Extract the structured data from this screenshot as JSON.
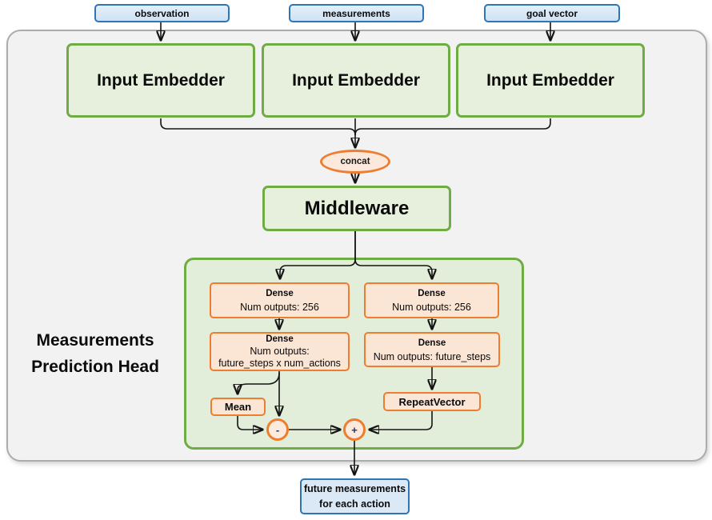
{
  "inputs": [
    {
      "label": "observation"
    },
    {
      "label": "measurements"
    },
    {
      "label": "goal vector"
    }
  ],
  "embedders": [
    {
      "label": "Input Embedder"
    },
    {
      "label": "Input Embedder"
    },
    {
      "label": "Input Embedder"
    }
  ],
  "concat": {
    "label": "concat"
  },
  "middleware": {
    "label": "Middleware"
  },
  "head": {
    "label_line1": "Measurements",
    "label_line2": "Prediction Head",
    "left": {
      "dense1_title": "Dense",
      "dense1_sub": "Num outputs: 256",
      "dense2_title": "Dense",
      "dense2_sub1": "Num outputs:",
      "dense2_sub2": "future_steps x num_actions",
      "mean_label": "Mean",
      "minus_label": "-"
    },
    "right": {
      "dense1_title": "Dense",
      "dense1_sub": "Num outputs: 256",
      "dense2_title": "Dense",
      "dense2_sub": "Num outputs: future_steps",
      "repeat_label": "RepeatVector",
      "plus_label": "+"
    }
  },
  "output": {
    "line1": "future measurements",
    "line2": "for each action"
  },
  "colors": {
    "green_border": "#6FAC46",
    "green_fill": "#E6F0DC",
    "orange_border": "#ED7D31",
    "orange_fill": "#FBE5D5",
    "blue_border": "#2E75B6",
    "blue_fill": "#DCE9F6",
    "container_fill": "#F2F2F2",
    "wire": "#141414"
  }
}
